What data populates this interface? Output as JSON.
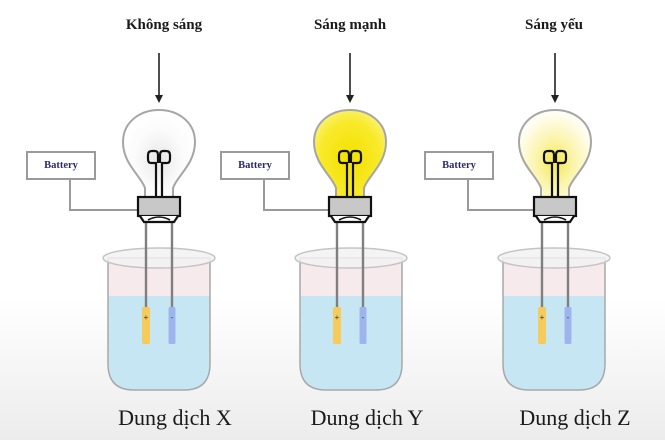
{
  "diagram": {
    "setups": [
      {
        "id": "X",
        "brightness_label": "Không sáng",
        "battery_label": "Battery",
        "solution_label": "Dung dịch X",
        "bulb_state": "off",
        "bulb_glow_color": "#ffffff",
        "electrode_positive_label": "+",
        "electrode_negative_label": "-"
      },
      {
        "id": "Y",
        "brightness_label": "Sáng mạnh",
        "battery_label": "Battery",
        "solution_label": "Dung dịch Y",
        "bulb_state": "bright",
        "bulb_glow_color": "#f7e81c",
        "electrode_positive_label": "+",
        "electrode_negative_label": "-"
      },
      {
        "id": "Z",
        "brightness_label": "Sáng yếu",
        "battery_label": "Battery",
        "solution_label": "Dung dịch Z",
        "bulb_state": "dim",
        "bulb_glow_color": "#f9f06a",
        "electrode_positive_label": "+",
        "electrode_negative_label": "-"
      }
    ],
    "colors": {
      "liquid": "#c6e6f4",
      "beaker_upper": "#f7eaec",
      "beaker_outline": "#a8a8a8",
      "electrode_positive": "#f5cc5c",
      "electrode_negative": "#9db5ec",
      "bulb_base": "#c8c8c8",
      "wire": "#9a9a9a"
    }
  }
}
